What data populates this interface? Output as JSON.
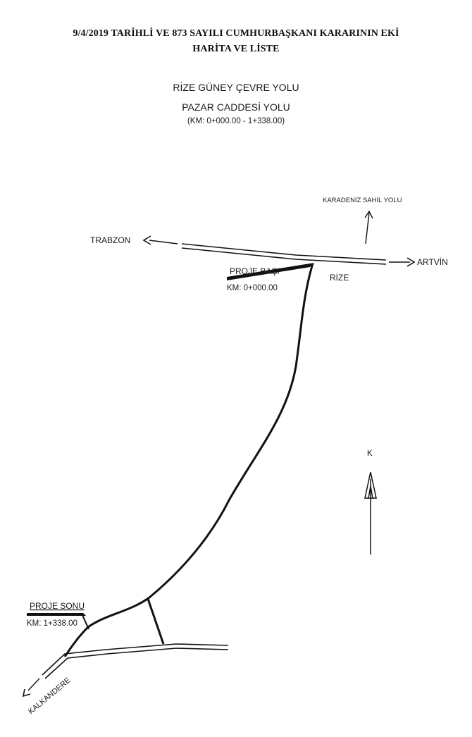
{
  "document": {
    "header_line1": "9/4/2019 TARİHLİ VE 873 SAYILI CUMHURBAŞKANI KARARININ EKİ",
    "header_line2": "HARİTA VE LİSTE",
    "title": "RİZE GÜNEY ÇEVRE YOLU",
    "subtitle": "PAZAR CADDESİ YOLU",
    "km_range": "(KM: 0+000.00 - 1+338.00)"
  },
  "map": {
    "places": {
      "trabzon": "TRABZON",
      "artvin": "ARTVİN",
      "karadeniz": "KARADENİZ SAHİL YOLU",
      "rize": "RİZE",
      "kalkandere": "KALKANDERE"
    },
    "project_start": {
      "label": "PROJE BAŞI",
      "km": "KM: 0+000.00"
    },
    "project_end": {
      "label": "PROJE SONU",
      "km": "KM: 1+338.00"
    },
    "north_label": "K"
  }
}
